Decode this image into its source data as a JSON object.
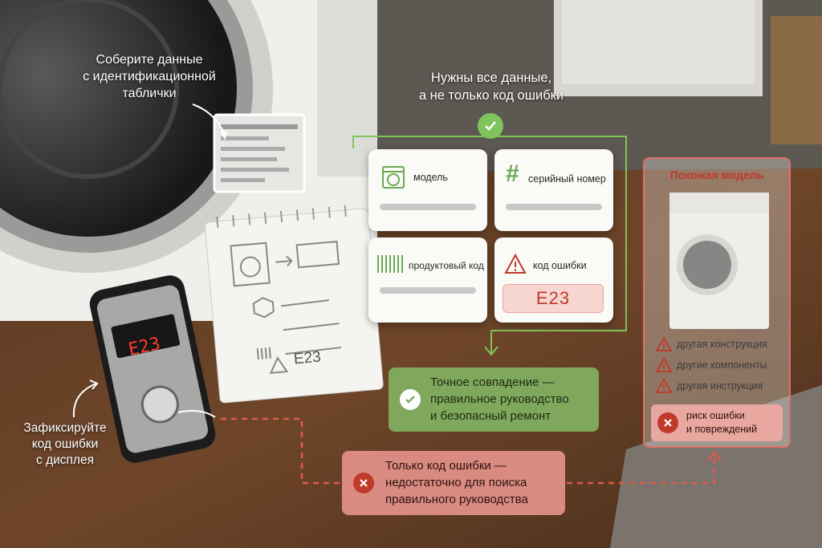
{
  "annotations": {
    "plate": [
      "Соберите данные",
      "с идентификационной",
      "таблички"
    ],
    "header": [
      "Нужны все данные,",
      "а не только код ошибки"
    ],
    "phone": [
      "Зафиксируйте",
      "код ошибки",
      "с дисплея"
    ]
  },
  "cards": {
    "model": "модель",
    "serial": "серийный номер",
    "product": "продуктовый код",
    "error": "код ошибки",
    "error_value": "E23"
  },
  "display_code": "E23",
  "notebook": {
    "error_value": "E23"
  },
  "exact_match": [
    "Точное совпадение —",
    "правильное руководство",
    "и безопасный ремонт"
  ],
  "only_code": [
    "Только код ошибки —",
    "недостаточно для поиска",
    "правильного руководства"
  ],
  "similar": {
    "title": "Похожая модель",
    "warnings": [
      "другая конструкция",
      "другие компоненты",
      "другая инструкция"
    ],
    "risk": [
      "риск ошибки",
      "и повреждений"
    ]
  },
  "colors": {
    "green": "#7fa85c",
    "red": "#d98b82",
    "accent_red": "#c0392b",
    "accent_green": "#6aa84f"
  }
}
